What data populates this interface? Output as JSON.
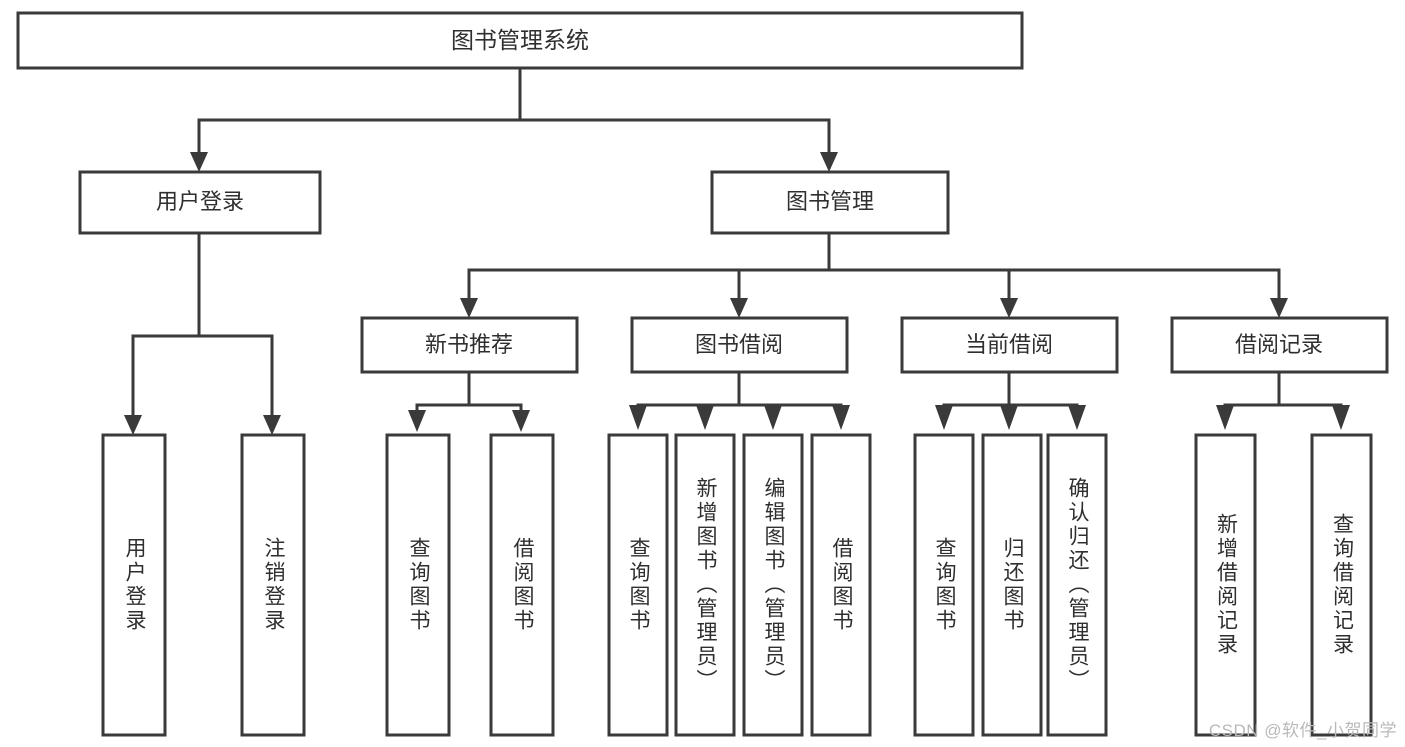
{
  "diagram": {
    "type": "tree-hierarchy",
    "title": "图书管理系统",
    "watermark": "CSDN @软件_小贺同学",
    "colors": {
      "stroke": "#3a3a3a",
      "fill": "#ffffff",
      "text": "#2f2f2f",
      "watermark": "#b9b9b9",
      "background": "#ffffff"
    },
    "levels": {
      "root": "图书管理系统",
      "level2": [
        "用户登录",
        "图书管理"
      ],
      "level3": [
        "新书推荐",
        "图书借阅",
        "当前借阅",
        "借阅记录"
      ]
    },
    "nodes": {
      "root": {
        "label": "图书管理系统"
      },
      "user_login": {
        "label": "用户登录"
      },
      "book_manage": {
        "label": "图书管理"
      },
      "new_book_rec": {
        "label": "新书推荐"
      },
      "book_borrow": {
        "label": "图书借阅"
      },
      "current_borrow": {
        "label": "当前借阅"
      },
      "borrow_record": {
        "label": "借阅记录"
      }
    },
    "leaves": {
      "user_login": [
        {
          "label": "用户登录"
        },
        {
          "label": "注销登录"
        }
      ],
      "new_book_rec": [
        {
          "label": "查询图书"
        },
        {
          "label": "借阅图书"
        }
      ],
      "book_borrow": [
        {
          "label": "查询图书"
        },
        {
          "label": "新增图书（管理员）"
        },
        {
          "label": "编辑图书（管理员）"
        },
        {
          "label": "借阅图书"
        }
      ],
      "current_borrow": [
        {
          "label": "查询图书"
        },
        {
          "label": "归还图书"
        },
        {
          "label": "确认归还（管理员）"
        }
      ],
      "borrow_record": [
        {
          "label": "新增借阅记录"
        },
        {
          "label": "查询借阅记录"
        }
      ]
    },
    "edges": [
      {
        "from": "图书管理系统",
        "to": "用户登录"
      },
      {
        "from": "图书管理系统",
        "to": "图书管理"
      },
      {
        "from": "用户登录",
        "to": "用户登录"
      },
      {
        "from": "用户登录",
        "to": "注销登录"
      },
      {
        "from": "图书管理",
        "to": "新书推荐"
      },
      {
        "from": "图书管理",
        "to": "图书借阅"
      },
      {
        "from": "图书管理",
        "to": "当前借阅"
      },
      {
        "from": "图书管理",
        "to": "借阅记录"
      },
      {
        "from": "新书推荐",
        "to": "查询图书"
      },
      {
        "from": "新书推荐",
        "to": "借阅图书"
      },
      {
        "from": "图书借阅",
        "to": "查询图书"
      },
      {
        "from": "图书借阅",
        "to": "新增图书（管理员）"
      },
      {
        "from": "图书借阅",
        "to": "编辑图书（管理员）"
      },
      {
        "from": "图书借阅",
        "to": "借阅图书"
      },
      {
        "from": "当前借阅",
        "to": "查询图书"
      },
      {
        "from": "当前借阅",
        "to": "归还图书"
      },
      {
        "from": "当前借阅",
        "to": "确认归还（管理员）"
      },
      {
        "from": "借阅记录",
        "to": "新增借阅记录"
      },
      {
        "from": "借阅记录",
        "to": "查询借阅记录"
      }
    ]
  }
}
